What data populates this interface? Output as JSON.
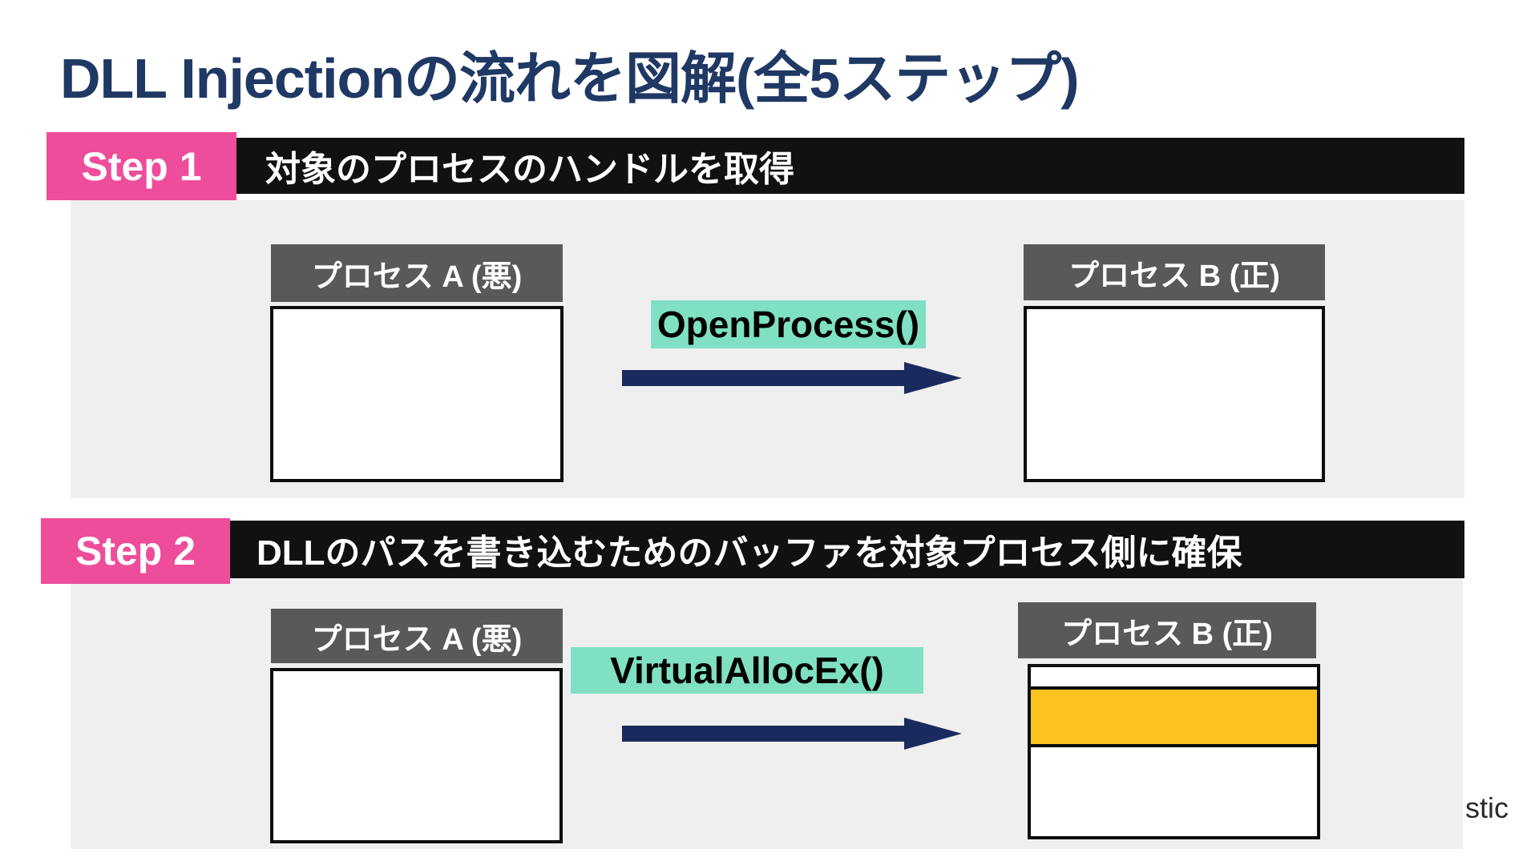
{
  "title": "DLL Injectionの流れを図解(全5ステップ)",
  "watermark": "stic",
  "colors": {
    "title-navy": "#1f3864",
    "step-pink": "#ee4d9b",
    "bar-black": "#111111",
    "panel-gray": "#efefef",
    "label-gray": "#595959",
    "api-teal": "#7fe0c4",
    "arrow-navy": "#1b2a5e",
    "buffer-yellow": "#fcc21e",
    "box-border": "#0d0d0d"
  },
  "steps": [
    {
      "badge": "Step 1",
      "heading": "対象のプロセスのハンドルを取得",
      "api_call": "OpenProcess()",
      "process_a_label": "プロセス A (悪)",
      "process_b_label": "プロセス B (正)"
    },
    {
      "badge": "Step 2",
      "heading": "DLLのパスを書き込むためのバッファを対象プロセス側に確保",
      "api_call": "VirtualAllocEx()",
      "process_a_label": "プロセス A (悪)",
      "process_b_label": "プロセス B (正)"
    }
  ]
}
